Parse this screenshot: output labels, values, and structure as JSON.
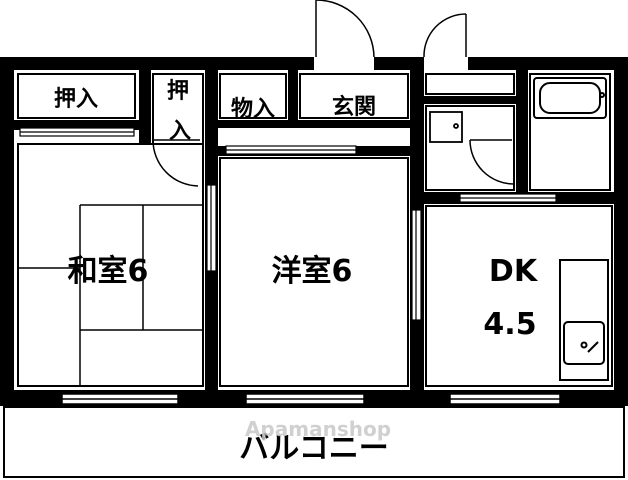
{
  "floorplan": {
    "rooms": {
      "washitsu": "和室6",
      "youshitsu": "洋室6",
      "dk_name": "DK",
      "dk_size": "4.5",
      "oshiire_1": "押入",
      "oshiire_2a": "押",
      "oshiire_2b": "入",
      "monoire": "物入",
      "genkan": "玄関",
      "balcony": "バルコニー"
    },
    "watermark": "Apamanshop"
  }
}
